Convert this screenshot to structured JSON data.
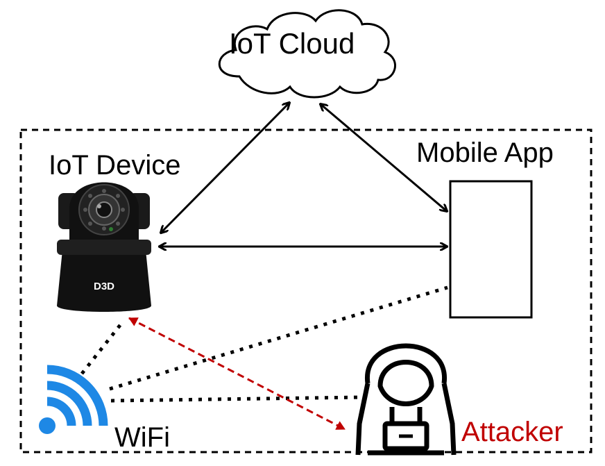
{
  "nodes": {
    "cloud": {
      "label": "IoT Cloud"
    },
    "device": {
      "label": "IoT Device",
      "brand": "D3D"
    },
    "mobile": {
      "label": "Mobile App"
    },
    "wifi": {
      "label": "WiFi"
    },
    "attacker": {
      "label": "Attacker"
    }
  },
  "colors": {
    "attack": "#c00000",
    "wifi": "#1e88e5",
    "line": "#000000"
  }
}
